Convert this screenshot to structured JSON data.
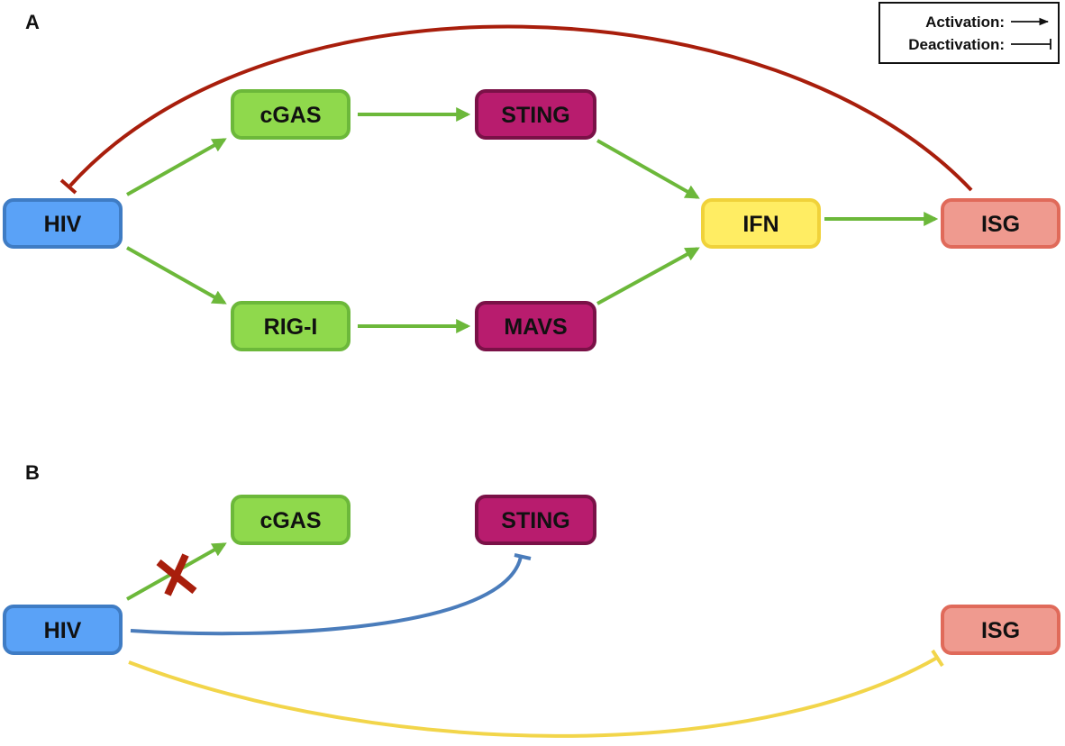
{
  "panels": [
    {
      "label": "A"
    },
    {
      "label": "B"
    }
  ],
  "legend": {
    "activation": "Activation:",
    "deactivation": "Deactivation:"
  },
  "panel_a_nodes": {
    "hiv": "HIV",
    "cgas": "cGAS",
    "sting": "STING",
    "rigi": "RIG-I",
    "mavs": "MAVS",
    "ifn": "IFN",
    "isg": "ISG"
  },
  "panel_b_nodes": {
    "hiv": "HIV",
    "cgas": "cGAS",
    "sting": "STING",
    "isg": "ISG"
  },
  "colors": {
    "hiv_fill": "#5aa2f7",
    "hiv_stroke": "#3f7cc4",
    "sensor_fill": "#8fd94c",
    "sensor_stroke": "#6cb83a",
    "adaptor_fill": "#b81c6e",
    "adaptor_stroke": "#7a1147",
    "ifn_fill": "#ffed63",
    "ifn_stroke": "#f0d23a",
    "isg_fill": "#ef9a8f",
    "isg_stroke": "#e06a5a",
    "activation_arrow": "#6cb83a",
    "isg_inhibition": "#a81e0c",
    "sting_inhibition": "#4a7cbb",
    "isg_inhibition_b": "#f2d54a",
    "block_mark": "#a81e0c"
  }
}
